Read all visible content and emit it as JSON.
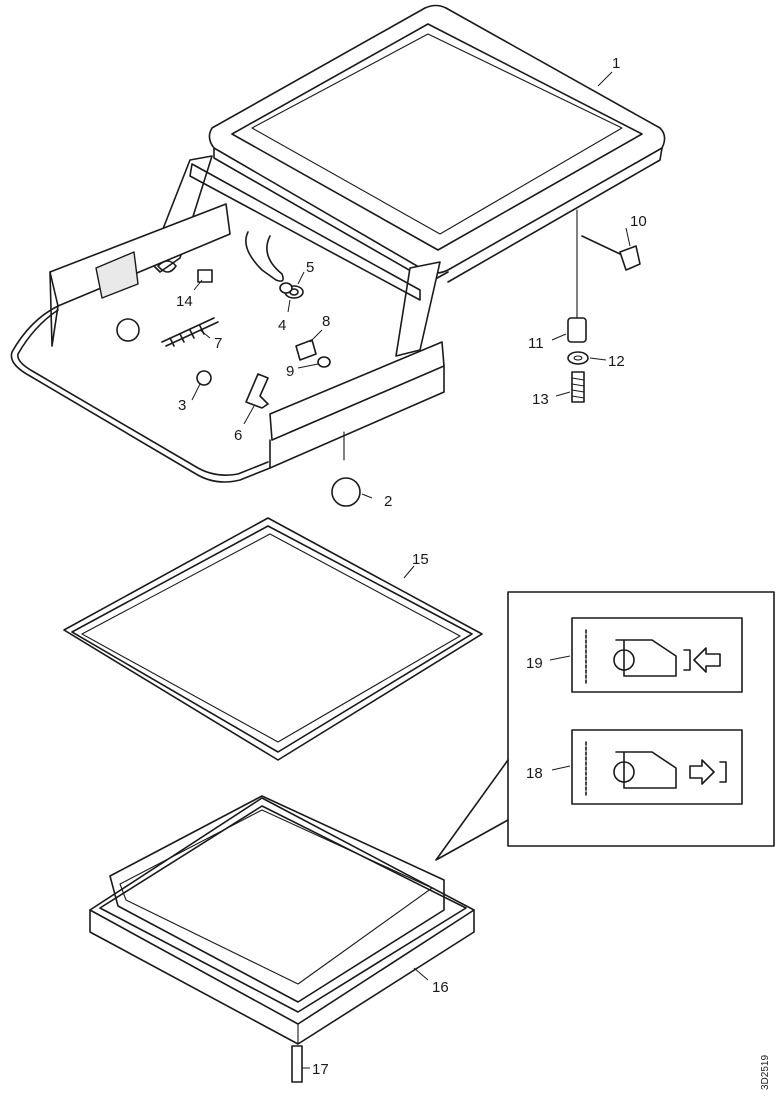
{
  "drawing": {
    "reference_code": "3D2519",
    "callouts": [
      {
        "id": "c1",
        "label": "1"
      },
      {
        "id": "c2",
        "label": "2"
      },
      {
        "id": "c3",
        "label": "3"
      },
      {
        "id": "c4",
        "label": "4"
      },
      {
        "id": "c5",
        "label": "5"
      },
      {
        "id": "c6",
        "label": "6"
      },
      {
        "id": "c7",
        "label": "7"
      },
      {
        "id": "c8",
        "label": "8"
      },
      {
        "id": "c9",
        "label": "9"
      },
      {
        "id": "c10",
        "label": "10"
      },
      {
        "id": "c11",
        "label": "11"
      },
      {
        "id": "c12",
        "label": "12"
      },
      {
        "id": "c13",
        "label": "13"
      },
      {
        "id": "c14",
        "label": "14"
      },
      {
        "id": "c15",
        "label": "15"
      },
      {
        "id": "c16",
        "label": "16"
      },
      {
        "id": "c17",
        "label": "17"
      },
      {
        "id": "c18",
        "label": "18"
      },
      {
        "id": "c19",
        "label": "19"
      }
    ]
  }
}
